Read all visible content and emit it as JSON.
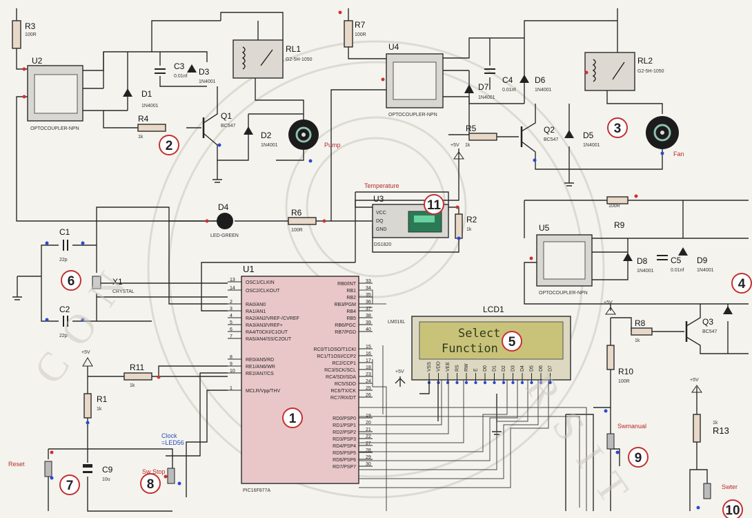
{
  "components": {
    "R3": {
      "ref": "R3",
      "val": "100R"
    },
    "R7": {
      "ref": "R7",
      "val": "100R"
    },
    "U2": {
      "ref": "U2",
      "part": "OPTOCOUPLER-NPN"
    },
    "U4": {
      "ref": "U4",
      "part": "OPTOCOUPLER-NPN"
    },
    "U5": {
      "ref": "U5",
      "part": "OPTOCOUPLER-NPN"
    },
    "RL1": {
      "ref": "RL1",
      "part": "G2-5H-1050"
    },
    "RL2": {
      "ref": "RL2",
      "part": "G2-5H-1050"
    },
    "C3": {
      "ref": "C3",
      "val": "0.01nf"
    },
    "C4": {
      "ref": "C4",
      "val": "0.01nf"
    },
    "C5": {
      "ref": "C5",
      "val": "0.01nf"
    },
    "D1": {
      "ref": "D1",
      "val": "1N4001"
    },
    "D2": {
      "ref": "D2",
      "val": "1N4001"
    },
    "D3": {
      "ref": "D3",
      "val": "1N4001"
    },
    "D5": {
      "ref": "D5",
      "val": "1N4001"
    },
    "D6": {
      "ref": "D6",
      "val": "1N4001"
    },
    "D7": {
      "ref": "D7",
      "val": "1N4001"
    },
    "D8": {
      "ref": "D8",
      "val": "1N4001"
    },
    "D9": {
      "ref": "D9",
      "val": "1N4001"
    },
    "Q1": {
      "ref": "Q1",
      "val": "BC547"
    },
    "Q2": {
      "ref": "Q2",
      "val": "BC547"
    },
    "Q3": {
      "ref": "Q3",
      "val": "BC547"
    },
    "R4": {
      "ref": "R4",
      "val": "1k"
    },
    "R5": {
      "ref": "R5",
      "val": "1k"
    },
    "R2": {
      "ref": "R2",
      "val": "1k"
    },
    "R6": {
      "ref": "R6",
      "val": "100R"
    },
    "R8": {
      "ref": "R8",
      "val": "1k"
    },
    "R9": {
      "ref": "R9",
      "val": "100R"
    },
    "R10": {
      "ref": "R10",
      "val": "100R"
    },
    "R11": {
      "ref": "R11",
      "val": "1k"
    },
    "R1": {
      "ref": "R1",
      "val": "1k"
    },
    "R13": {
      "ref": "R13",
      "val": "1k"
    },
    "D4": {
      "ref": "D4",
      "val": "LED-GREEN"
    },
    "U3": {
      "ref": "U3",
      "part": "DS1820",
      "title": "Temperature",
      "pins": [
        "VCC",
        "DQ",
        "GND"
      ]
    },
    "C1": {
      "ref": "C1",
      "val": "22p"
    },
    "C2": {
      "ref": "C2",
      "val": "22p"
    },
    "X1": {
      "ref": "X1",
      "val": "CRYSTAL"
    },
    "C9": {
      "ref": "C9",
      "val": "10u"
    },
    "U1": {
      "ref": "U1",
      "part": "PIC16F877A"
    },
    "LCD1": {
      "ref": "LCD1",
      "part": "LM016L"
    },
    "pump": "Pump",
    "fan": "Fan",
    "reset": "Reset",
    "sw_stop": "Sw Stop",
    "sw_manual": "Swmanual",
    "sw_ter": "Swter",
    "vplus": "+5V",
    "clock_label": "Clock",
    "clock_val": "=LED56"
  },
  "u1_left_pins": [
    {
      "num": "13",
      "name": "OSC1/CLKIN"
    },
    {
      "num": "14",
      "name": "OSC2/CLKOUT"
    },
    {
      "num": "2",
      "name": "RA0/AN0"
    },
    {
      "num": "3",
      "name": "RA1/AN1"
    },
    {
      "num": "4",
      "name": "RA2/AN2/VREF-/CVREF"
    },
    {
      "num": "5",
      "name": "RA3/AN3/VREF+"
    },
    {
      "num": "6",
      "name": "RA4/T0CKI/C1OUT"
    },
    {
      "num": "7",
      "name": "RA5/AN4/SS/C2OUT"
    },
    {
      "num": "8",
      "name": "RE0/AN5/RD"
    },
    {
      "num": "9",
      "name": "RE1/AN6/WR"
    },
    {
      "num": "10",
      "name": "RE2/AN7/CS"
    },
    {
      "num": "1",
      "name": "MCLR/Vpp/THV"
    }
  ],
  "u1_right_pins": [
    {
      "num": "33",
      "name": "RB0/INT"
    },
    {
      "num": "34",
      "name": "RB1"
    },
    {
      "num": "35",
      "name": "RB2"
    },
    {
      "num": "36",
      "name": "RB3/PGM"
    },
    {
      "num": "37",
      "name": "RB4"
    },
    {
      "num": "38",
      "name": "RB5"
    },
    {
      "num": "39",
      "name": "RB6/PGC"
    },
    {
      "num": "40",
      "name": "RB7/PGD"
    },
    {
      "num": "15",
      "name": "RC0/T1OSO/T1CKI"
    },
    {
      "num": "16",
      "name": "RC1/T1OSI/CCP2"
    },
    {
      "num": "17",
      "name": "RC2/CCP1"
    },
    {
      "num": "18",
      "name": "RC3/SCK/SCL"
    },
    {
      "num": "23",
      "name": "RC4/SDI/SDA"
    },
    {
      "num": "24",
      "name": "RC5/SDO"
    },
    {
      "num": "25",
      "name": "RC6/TX/CK"
    },
    {
      "num": "26",
      "name": "RC7/RX/DT"
    },
    {
      "num": "19",
      "name": "RD0/PSP0"
    },
    {
      "num": "20",
      "name": "RD1/PSP1"
    },
    {
      "num": "21",
      "name": "RD2/PSP2"
    },
    {
      "num": "22",
      "name": "RD3/PSP3"
    },
    {
      "num": "27",
      "name": "RD4/PSP4"
    },
    {
      "num": "28",
      "name": "RD5/PSP5"
    },
    {
      "num": "29",
      "name": "RD6/PSP6"
    },
    {
      "num": "30",
      "name": "RD7/PSP7"
    }
  ],
  "lcd_lines": [
    "Select",
    "Function"
  ],
  "lcd_pins": [
    "VSS",
    "VDD",
    "VEE",
    "RS",
    "RW",
    "E",
    "D0",
    "D1",
    "D2",
    "D3",
    "D4",
    "D5",
    "D6",
    "D7"
  ],
  "callouts": [
    "1",
    "2",
    "3",
    "4",
    "5",
    "6",
    "7",
    "8",
    "9",
    "10",
    "11"
  ],
  "colors": {
    "callout_ring": "#c23030",
    "pin_red": "#d03030",
    "pin_blue": "#2a4ad0",
    "mcu_fill": "#e9c7c8",
    "lcd_fill": "#c9c37a"
  }
}
